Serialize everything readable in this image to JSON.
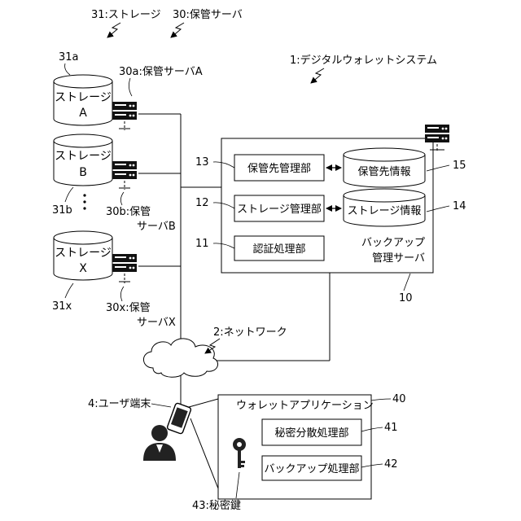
{
  "labels": {
    "storage_ref": "31:ストレージ",
    "server_ref": "30:保管サーバ",
    "system_ref": "1:デジタルウォレットシステム",
    "storage_a_ref": "31a",
    "server_a_ref": "30a:保管サーバA",
    "storage_b_ref": "31b",
    "server_b_ref_1": "30b:保管",
    "server_b_ref_2": "サーバB",
    "storage_x_ref": "31x",
    "server_x_ref_1": "30x:保管",
    "server_x_ref_2": "サーバX",
    "network_ref": "2:ネットワーク",
    "user_terminal_ref": "4:ユーザ端末",
    "secret_key_ref": "43:秘密鍵",
    "ref_13": "13",
    "ref_12": "12",
    "ref_11": "11",
    "ref_15": "15",
    "ref_14": "14",
    "ref_10": "10",
    "ref_40": "40",
    "ref_41": "41",
    "ref_42": "42"
  },
  "storages": {
    "a": {
      "line1": "ストレージ",
      "line2": "A"
    },
    "b": {
      "line1": "ストレージ",
      "line2": "B"
    },
    "x": {
      "line1": "ストレージ",
      "line2": "X"
    }
  },
  "backup_server": {
    "title_line1": "バックアップ",
    "title_line2": "管理サーバ",
    "dest_manager": "保管先管理部",
    "storage_manager": "ストレージ管理部",
    "auth": "認証処理部",
    "dest_info": "保管先情報",
    "storage_info": "ストレージ情報"
  },
  "wallet_app": {
    "title": "ウォレットアプリケーション",
    "secret_sharing": "秘密分散処理部",
    "backup_proc": "バックアップ処理部"
  },
  "icons": {
    "server": "server-rack-icon",
    "cloud": "cloud-icon",
    "user": "user-icon",
    "phone": "smartphone-icon",
    "key": "key-icon"
  }
}
